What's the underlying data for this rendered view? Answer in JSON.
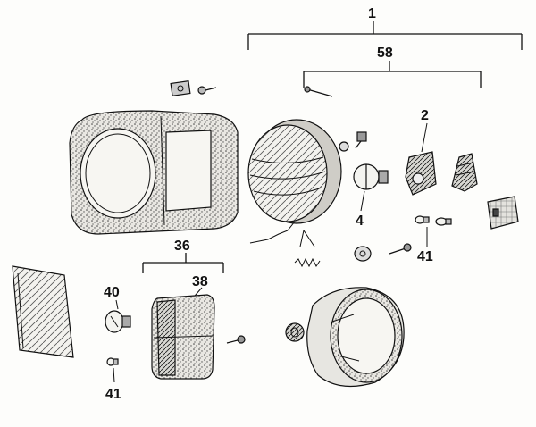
{
  "labels": {
    "l1": "1",
    "l58": "58",
    "l2": "2",
    "l4": "4",
    "l41a": "41",
    "l36": "36",
    "l38": "38",
    "l40": "40",
    "l41b": "41"
  }
}
